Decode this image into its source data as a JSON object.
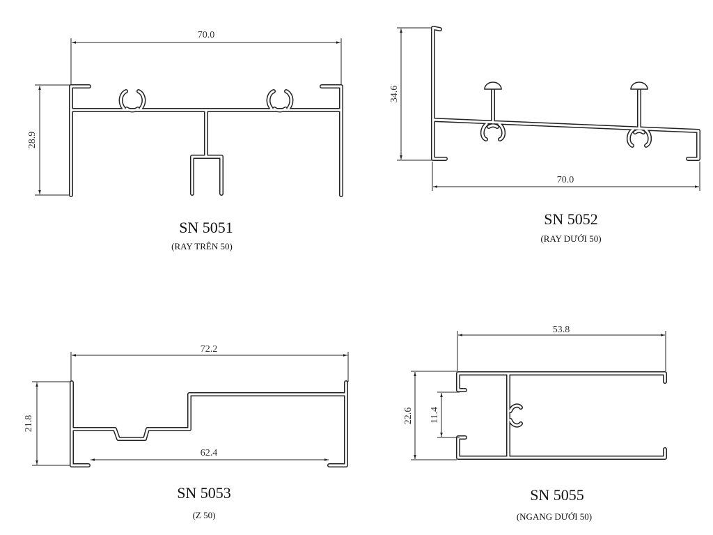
{
  "profiles": [
    {
      "code": "SN 5051",
      "name": "(RAY TRÊN 50)",
      "dims": {
        "width": "70.0",
        "height": "28.9"
      }
    },
    {
      "code": "SN 5052",
      "name": "(RAY DƯỚI 50)",
      "dims": {
        "width": "70.0",
        "height": "34.6"
      }
    },
    {
      "code": "SN 5053",
      "name": "(Z 50)",
      "dims": {
        "width": "72.2",
        "height": "21.8",
        "inner_width": "62.4"
      }
    },
    {
      "code": "SN 5055",
      "name": "(NGANG DƯỚI 50)",
      "dims": {
        "width": "53.8",
        "height": "22.6",
        "opening": "11.4"
      }
    }
  ]
}
